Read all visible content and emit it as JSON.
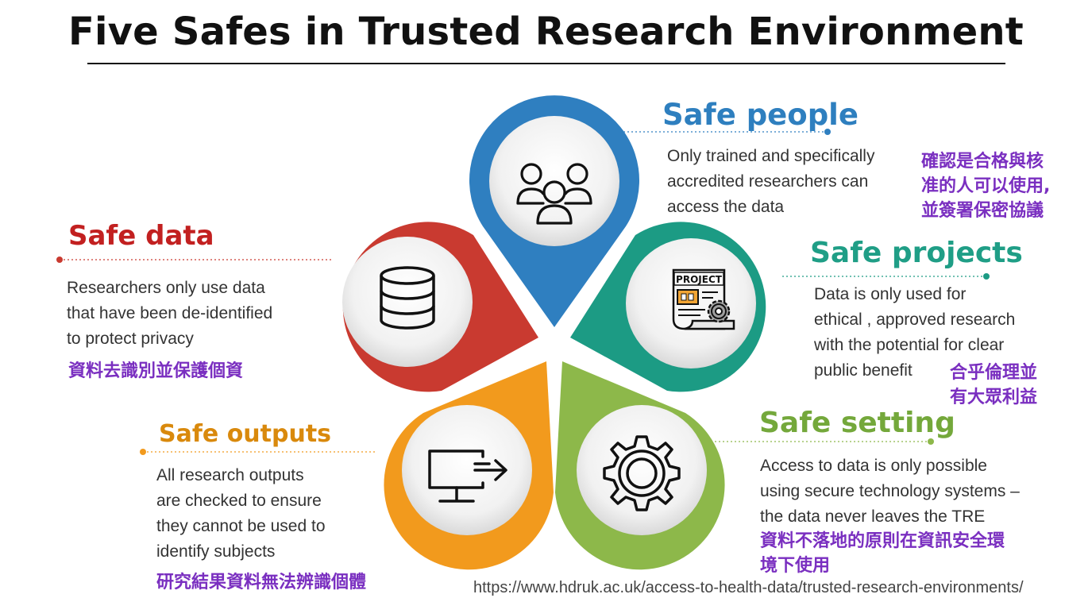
{
  "title": "Five Safes in Trusted Research Environment",
  "sections": {
    "people": {
      "heading": "Safe people",
      "lines": [
        "Only trained and specifically",
        "accredited researchers can",
        "access the data"
      ],
      "zh": [
        "確認是合格與核",
        "准的人可以使用,",
        "並簽署保密協議"
      ],
      "color": "#2e7fbf"
    },
    "projects": {
      "heading": "Safe projects",
      "lines": [
        "Data is only used for",
        "ethical , approved research",
        "with the potential for clear",
        "public benefit"
      ],
      "zh": [
        "合乎倫理並",
        "有大眾利益"
      ],
      "color": "#1f9e86"
    },
    "setting": {
      "heading": "Safe setting",
      "lines": [
        "Access to data is only possible",
        "using secure technology systems –",
        "the data never leaves the TRE"
      ],
      "zh": [
        "資料不落地的原則在資訊安全環",
        "境下使用"
      ],
      "color": "#74a83b"
    },
    "outputs": {
      "heading": "Safe outputs",
      "lines": [
        "All research outputs",
        "are checked to ensure",
        "they cannot be used to",
        "identify subjects"
      ],
      "zh": [
        "研究結果資料無法辨識個體"
      ],
      "color": "#d9890c"
    },
    "data": {
      "heading": "Safe data",
      "lines": [
        "Researchers only use data",
        "that have been de-identified",
        "to protect privacy"
      ],
      "zh": [
        "資料去識別並保護個資"
      ],
      "color": "#c22020"
    }
  },
  "icons": {
    "people": "people-group-icon",
    "projects": "project-document-gear-icon",
    "setting": "gear-icon",
    "outputs": "monitor-export-icon",
    "data": "database-icon"
  },
  "petal_colors": {
    "people": "#2f7fc0",
    "projects": "#1c9b84",
    "setting": "#8db84a",
    "outputs": "#f29a1d",
    "data": "#c93a30"
  },
  "source_url": "https://www.hdruk.ac.uk/access-to-health-data/trusted-research-environments/"
}
